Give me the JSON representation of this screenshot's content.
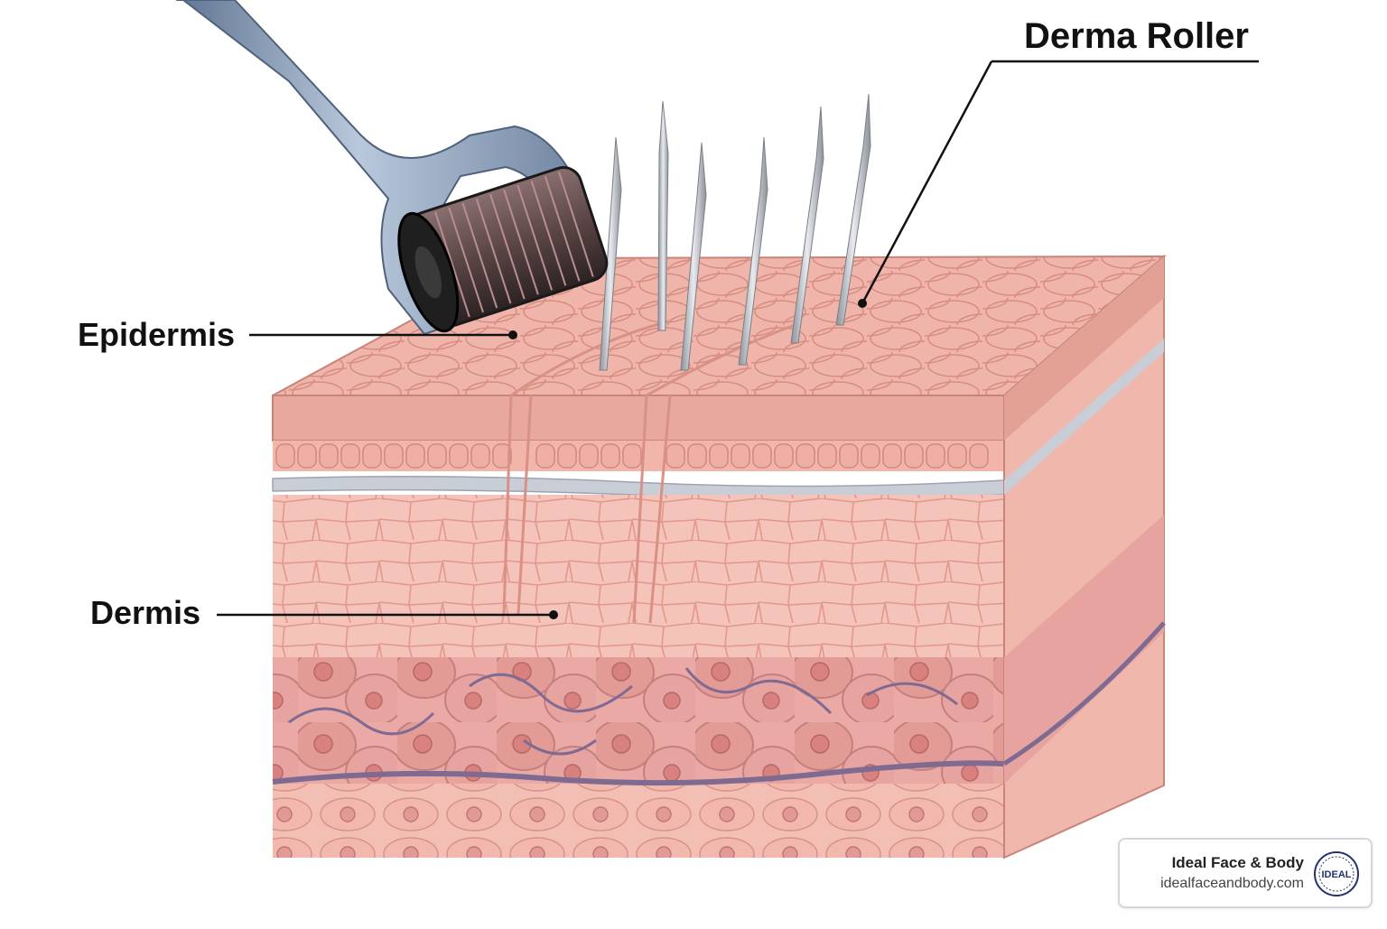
{
  "labels": {
    "derma_roller": "Derma Roller",
    "epidermis": "Epidermis",
    "dermis": "Dermis"
  },
  "brand": {
    "name": "Ideal Face & Body",
    "url": "idealfaceandbody.com",
    "seal_text": "IDEAL"
  },
  "colors": {
    "epidermis_top": "#ecaea4",
    "epidermis_front": "#e8a89d",
    "dermis": "#f4c3ba",
    "fat_cells": "#e39b96",
    "vessel": "#7f6a92",
    "basal": "#c9cdd6",
    "roller_handle": "#8ea3bd",
    "roller_drum": "#1f1f1f",
    "needle": "#b5b9bf"
  }
}
